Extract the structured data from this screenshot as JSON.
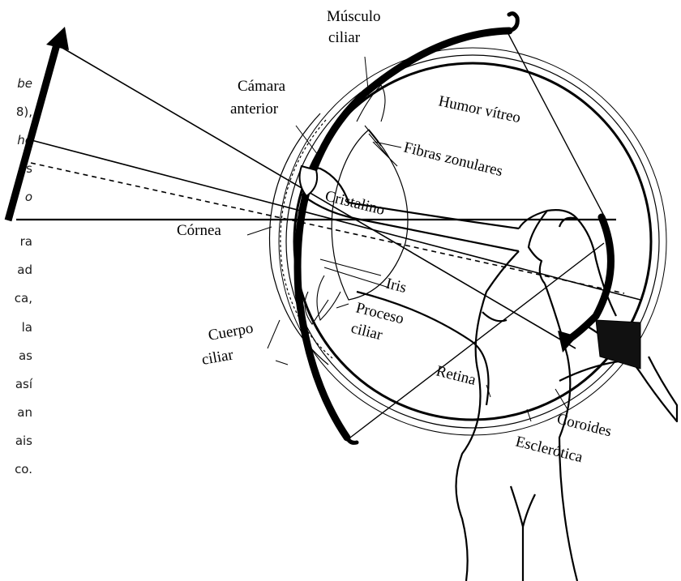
{
  "side_text": [
    {
      "text": "be",
      "italic": true
    },
    {
      "text": "8),",
      "italic": false
    },
    {
      "text": "he",
      "italic": true
    },
    {
      "text": "os",
      "italic": false
    },
    {
      "text": "o",
      "italic": true
    },
    {
      "text": "ra",
      "italic": false
    },
    {
      "text": "ad",
      "italic": false
    },
    {
      "text": "ca,",
      "italic": false
    },
    {
      "text": "la",
      "italic": false
    },
    {
      "text": "as",
      "italic": false
    },
    {
      "text": "así",
      "italic": false
    },
    {
      "text": "an",
      "italic": false
    },
    {
      "text": "ais",
      "italic": false
    },
    {
      "text": "co.",
      "italic": false
    }
  ],
  "labels": {
    "musculo_1": "Músculo",
    "musculo_2": "ciliar",
    "camara_1": "Cámara",
    "camara_2": "anterior",
    "humor": "Humor vítreo",
    "fibras": "Fibras zonulares",
    "cristalino": "Cristalino",
    "cornea": "Córnea",
    "iris": "Iris",
    "proceso_1": "Proceso",
    "proceso_2": "ciliar",
    "cuerpo_1": "Cuerpo",
    "cuerpo_2": "ciliar",
    "retina": "Retina",
    "coroides": "Coroides",
    "esclerotica": "Esclerótica"
  }
}
